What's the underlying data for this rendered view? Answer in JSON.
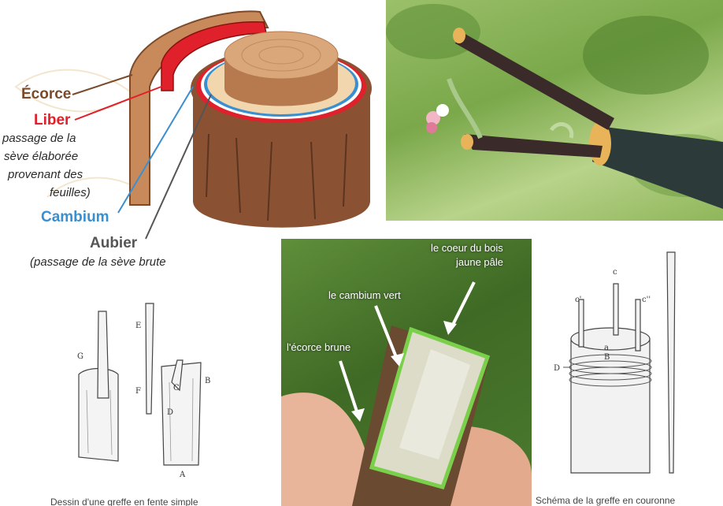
{
  "trunk_diagram": {
    "ecorce": "Écorce",
    "liber": "Liber",
    "liber_desc": [
      "passage de la",
      "sève élaborée",
      "provenant des",
      "feuilles)"
    ],
    "cambium": "Cambium",
    "aubier": "Aubier",
    "aubier_desc": "(passage de la sève brute",
    "colors": {
      "ecorce": "#7a4a2a",
      "liber": "#e0202a",
      "cambium": "#3a8fd0",
      "aubier": "#4a4a4a",
      "bark": "#8a5232",
      "wood": "#d9a77a"
    }
  },
  "scion_photo": {
    "label_heart": [
      "le coeur du bois",
      "jaune pâle"
    ],
    "label_cambium": "le cambium vert",
    "label_bark": "l'écorce brune"
  },
  "cleft_graft_sketch": {
    "letters": [
      "G",
      "E",
      "F",
      "C",
      "B",
      "D",
      "A"
    ],
    "caption": "Dessin d'une greffe en fente simple"
  },
  "crown_graft_sketch": {
    "letters": [
      "c",
      "c'",
      "c''",
      "a",
      "B",
      "D"
    ],
    "caption": "Schéma de la greffe en couronne"
  }
}
